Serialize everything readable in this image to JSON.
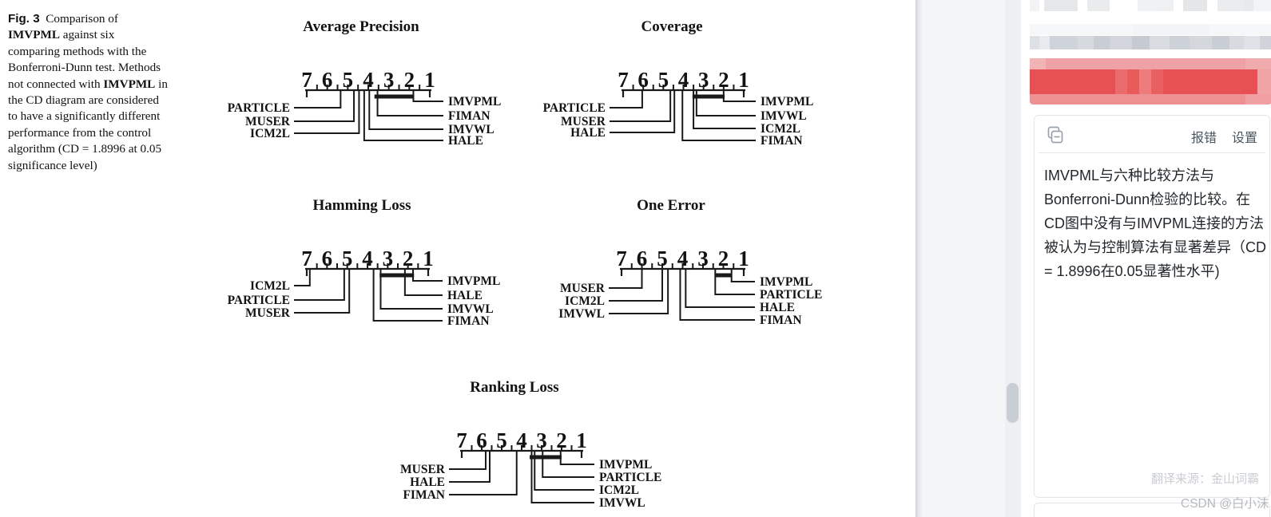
{
  "figure": {
    "caption": {
      "lines": [
        [
          {
            "t": "Fig. 3",
            "b": true,
            "sans": true
          },
          {
            "t": "  Comparison of"
          }
        ],
        [
          {
            "t": "IMVPML",
            "b": true
          },
          {
            "t": " against six"
          }
        ],
        [
          {
            "t": "comparing methods with the"
          }
        ],
        [
          {
            "t": "Bonferroni-Dunn test. Methods"
          }
        ],
        [
          {
            "t": "not connected with "
          },
          {
            "t": "IMVPML",
            "b": true
          },
          {
            "t": " in"
          }
        ],
        [
          {
            "t": "the CD diagram are considered"
          }
        ],
        [
          {
            "t": "to have a significantly different"
          }
        ],
        [
          {
            "t": "performance from the control"
          }
        ],
        [
          {
            "t": "algorithm (CD = 1.8996 at 0.05"
          }
        ],
        [
          {
            "t": "significance level)"
          }
        ]
      ]
    },
    "axis_numbers": [
      7,
      6,
      5,
      4,
      3,
      2,
      1
    ],
    "cd_value": 1.8996,
    "significance_level": 0.05,
    "diagrams": [
      {
        "id": "average-precision",
        "title": "Average Precision",
        "left": [
          {
            "name": "PARTICLE",
            "rank": 5.35
          },
          {
            "name": "MUSER",
            "rank": 4.7
          },
          {
            "name": "ICM2L",
            "rank": 4.45
          }
        ],
        "right": [
          {
            "name": "IMVPML",
            "rank": 1.8
          },
          {
            "name": "FIMAN",
            "rank": 3.55
          },
          {
            "name": "IMVWL",
            "rank": 3.95
          },
          {
            "name": "HALE",
            "rank": 4.2
          }
        ],
        "bar": [
          3.7,
          1.8
        ]
      },
      {
        "id": "coverage",
        "title": "Coverage",
        "left": [
          {
            "name": "PARTICLE",
            "rank": 6.05
          },
          {
            "name": "MUSER",
            "rank": 4.65
          },
          {
            "name": "HALE",
            "rank": 4.45
          }
        ],
        "right": [
          {
            "name": "IMVPML",
            "rank": 2.0
          },
          {
            "name": "IMVWL",
            "rank": 3.35
          },
          {
            "name": "ICM2L",
            "rank": 3.5
          },
          {
            "name": "FIMAN",
            "rank": 4.05
          }
        ],
        "bar": [
          3.55,
          1.95
        ]
      },
      {
        "id": "hamming-loss",
        "title": "Hamming Loss",
        "left": [
          {
            "name": "ICM2L",
            "rank": 6.85
          },
          {
            "name": "PARTICLE",
            "rank": 5.15
          },
          {
            "name": "MUSER",
            "rank": 4.9
          }
        ],
        "right": [
          {
            "name": "IMVPML",
            "rank": 1.75
          },
          {
            "name": "HALE",
            "rank": 2.15
          },
          {
            "name": "IMVWL",
            "rank": 3.35
          },
          {
            "name": "FIMAN",
            "rank": 3.7
          }
        ],
        "bar": [
          3.4,
          1.7
        ]
      },
      {
        "id": "one-error",
        "title": "One Error",
        "left": [
          {
            "name": "MUSER",
            "rank": 6.0
          },
          {
            "name": "ICM2L",
            "rank": 5.0
          },
          {
            "name": "IMVWL",
            "rank": 4.72
          }
        ],
        "right": [
          {
            "name": "IMVPML",
            "rank": 1.6
          },
          {
            "name": "PARTICLE",
            "rank": 2.4
          },
          {
            "name": "HALE",
            "rank": 3.85
          },
          {
            "name": "FIMAN",
            "rank": 4.12
          }
        ],
        "bar": [
          2.42,
          1.6
        ]
      },
      {
        "id": "ranking-loss",
        "title": "Ranking Loss",
        "left": [
          {
            "name": "MUSER",
            "rank": 5.8
          },
          {
            "name": "HALE",
            "rank": 5.6
          },
          {
            "name": "FIMAN",
            "rank": 4.25
          }
        ],
        "right": [
          {
            "name": "IMVPML",
            "rank": 2.05
          },
          {
            "name": "PARTICLE",
            "rank": 2.95
          },
          {
            "name": "ICM2L",
            "rank": 3.35
          },
          {
            "name": "IMVWL",
            "rank": 3.5
          }
        ],
        "bar": [
          3.6,
          2.0
        ]
      }
    ]
  },
  "sidebar": {
    "translation_card": {
      "icon": "copy-icon",
      "actions": [
        {
          "label": "报错"
        },
        {
          "label": "设置"
        }
      ],
      "text": "IMVPML与六种比较方法与\nBonferroni-Dunn检验的比较。在\nCD图中没有与IMVPML连接的方法\n被认为与控制算法有显著差异（CD\n= 1.8996在0.05显著性水平)",
      "source": "翻译来源：金山词霸"
    },
    "watermark": "CSDN @白小沫"
  },
  "colors": {
    "redacted_red": "#e85153",
    "redacted_pink": "#efa2a5",
    "ink": "#1a1a1a",
    "link_text": "#4a5560",
    "watermark_gray": "#b5b9bf"
  }
}
